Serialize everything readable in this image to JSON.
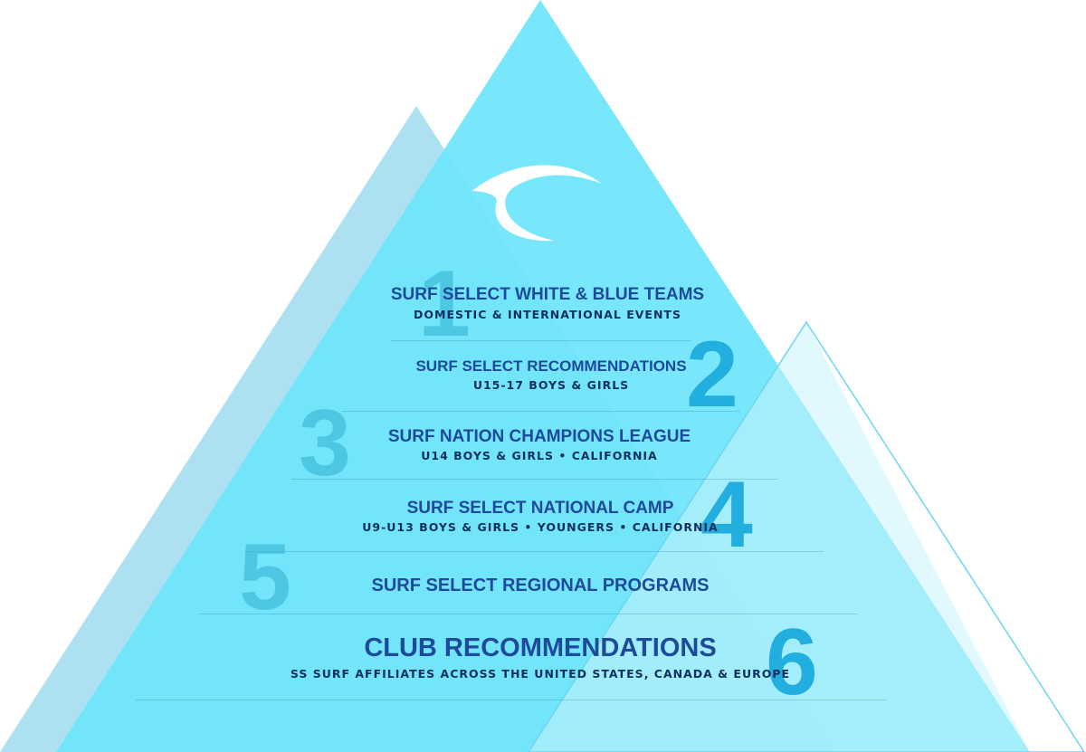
{
  "pyramid": {
    "colors": {
      "main_peak": "#6ee5fb",
      "left_peak": "#a9dff0",
      "right_peak": "#a6ecfb",
      "outline": "#6bd6f2",
      "title_text": "#1e4a9c",
      "sub_text": "#0f2f5e",
      "number_faded": "#2dafcd",
      "number_strong": "#23aee0"
    },
    "logo": {
      "icon": "wave-swoosh-icon"
    },
    "tiers": [
      {
        "number": "1",
        "title": "SURF SELECT WHITE & BLUE TEAMS",
        "subtitle": "DOMESTIC & INTERNATIONAL EVENTS"
      },
      {
        "number": "2",
        "title": "SURF SELECT RECOMMENDATIONS",
        "subtitle": "U15-17 BOYS & GIRLS"
      },
      {
        "number": "3",
        "title": "SURF NATION CHAMPIONS LEAGUE",
        "subtitle": "U14 BOYS & GIRLS • CALIFORNIA"
      },
      {
        "number": "4",
        "title": "SURF SELECT NATIONAL CAMP",
        "subtitle": "U9-U13 BOYS & GIRLS • YOUNGERS • CALIFORNIA"
      },
      {
        "number": "5",
        "title": "SURF SELECT REGIONAL PROGRAMS",
        "subtitle": ""
      },
      {
        "number": "6",
        "title": "CLUB RECOMMENDATIONS",
        "subtitle": "SS SURF AFFILIATES ACROSS THE UNITED STATES, CANADA & EUROPE"
      }
    ]
  }
}
